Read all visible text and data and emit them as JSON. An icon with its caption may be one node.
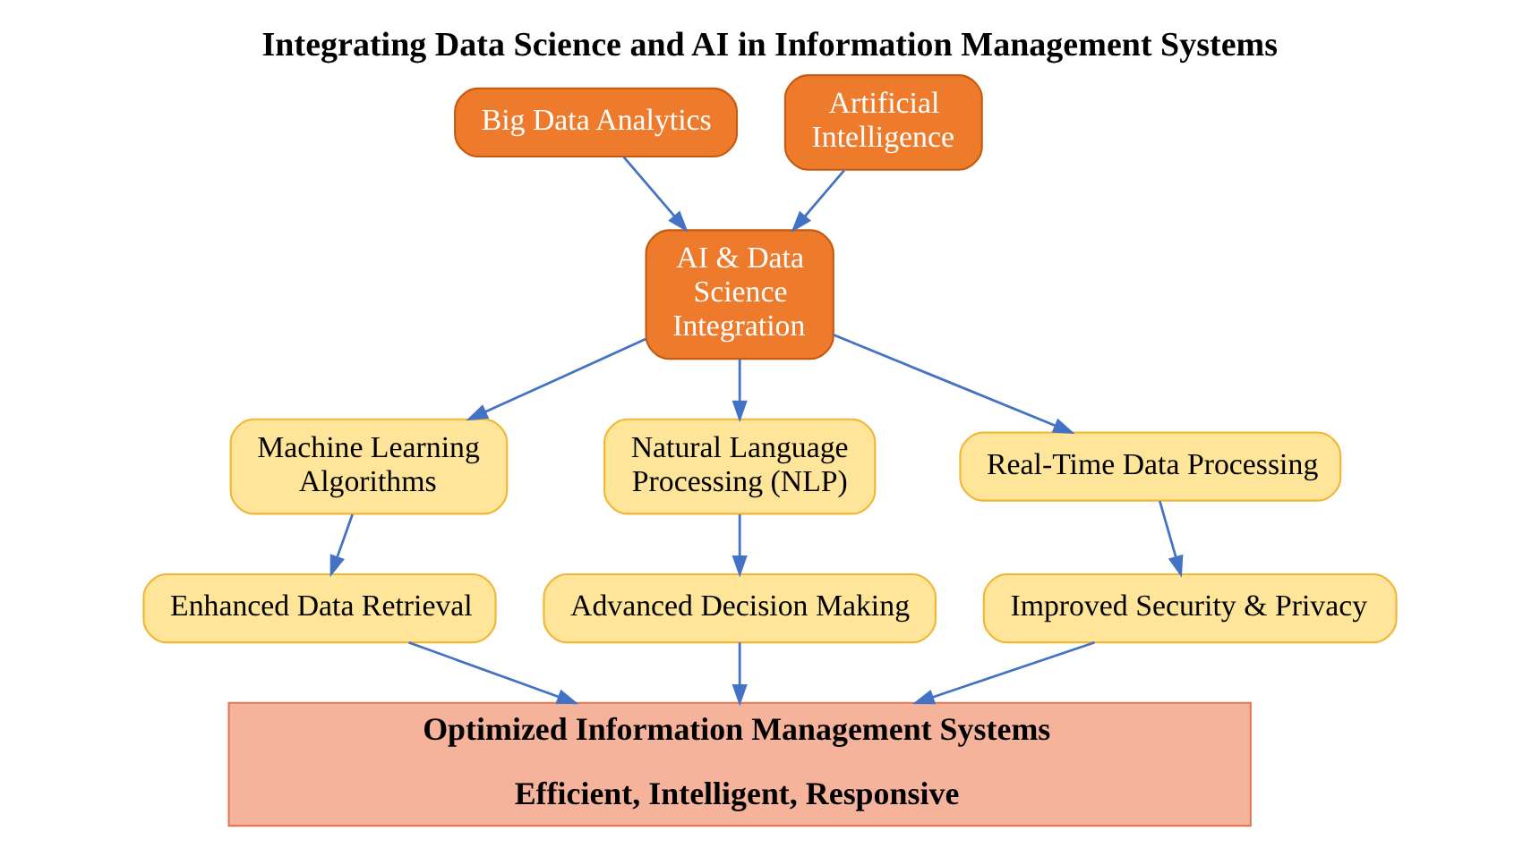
{
  "diagram": {
    "title": "Integrating Data Science and AI in Information Management Systems",
    "nodes": [
      {
        "text": [
          "Big Data Analytics"
        ]
      },
      {
        "text": [
          "Artificial Intelligence"
        ]
      },
      {
        "text": [
          "AI & Data Science Integration"
        ]
      },
      {
        "text": [
          "Machine Learning Algorithms"
        ]
      },
      {
        "text": [
          "Natural Language Processing (NLP)"
        ]
      },
      {
        "text": [
          "Real-Time Data Processing"
        ]
      },
      {
        "text": [
          "Enhanced Data Retrieval"
        ]
      },
      {
        "text": [
          "Advanced Decision Making"
        ]
      },
      {
        "text": [
          "Improved Security & Privacy"
        ]
      },
      {
        "text": [
          "Optimized Information Management Systems",
          "Efficient, Intelligent, Responsive"
        ]
      }
    ],
    "edges": [
      {
        "from": 0,
        "to": 2,
        "arrow": "to"
      },
      {
        "from": 1,
        "to": 2,
        "arrow": "to"
      },
      {
        "from": 2,
        "to": 3,
        "arrow": "to"
      },
      {
        "from": 2,
        "to": 4,
        "arrow": "to"
      },
      {
        "from": 2,
        "to": 5,
        "arrow": "to"
      },
      {
        "from": 3,
        "to": 6,
        "arrow": "to"
      },
      {
        "from": 4,
        "to": 7,
        "arrow": "to"
      },
      {
        "from": 5,
        "to": 8,
        "arrow": "to"
      },
      {
        "from": 6,
        "to": 9,
        "arrow": "to"
      },
      {
        "from": 7,
        "to": 9,
        "arrow": "to"
      },
      {
        "from": 8,
        "to": 9,
        "arrow": "to"
      }
    ]
  }
}
